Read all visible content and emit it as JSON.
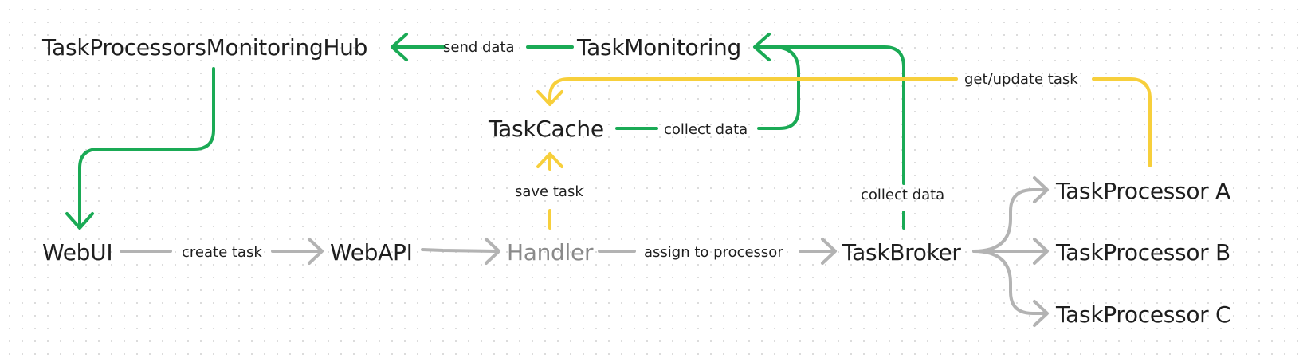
{
  "colors": {
    "green": "#1aaa55",
    "yellow": "#f7cf3b",
    "gray": "#b3b3b3",
    "text": "#1e1e1e",
    "muted_text": "#8a8a8a"
  },
  "nodes": {
    "hub": "TaskProcessorsMonitoringHub",
    "monitoring": "TaskMonitoring",
    "cache": "TaskCache",
    "webui": "WebUI",
    "webapi": "WebAPI",
    "handler": "Handler",
    "broker": "TaskBroker",
    "proc_a": "TaskProcessor A",
    "proc_b": "TaskProcessor B",
    "proc_c": "TaskProcessor C"
  },
  "edges": {
    "send_data": "send data",
    "collect_data_cache": "collect data",
    "collect_data_broker": "collect data",
    "get_update_task": "get/update task",
    "save_task": "save task",
    "create_task": "create task",
    "assign_to_processor": "assign to processor"
  }
}
